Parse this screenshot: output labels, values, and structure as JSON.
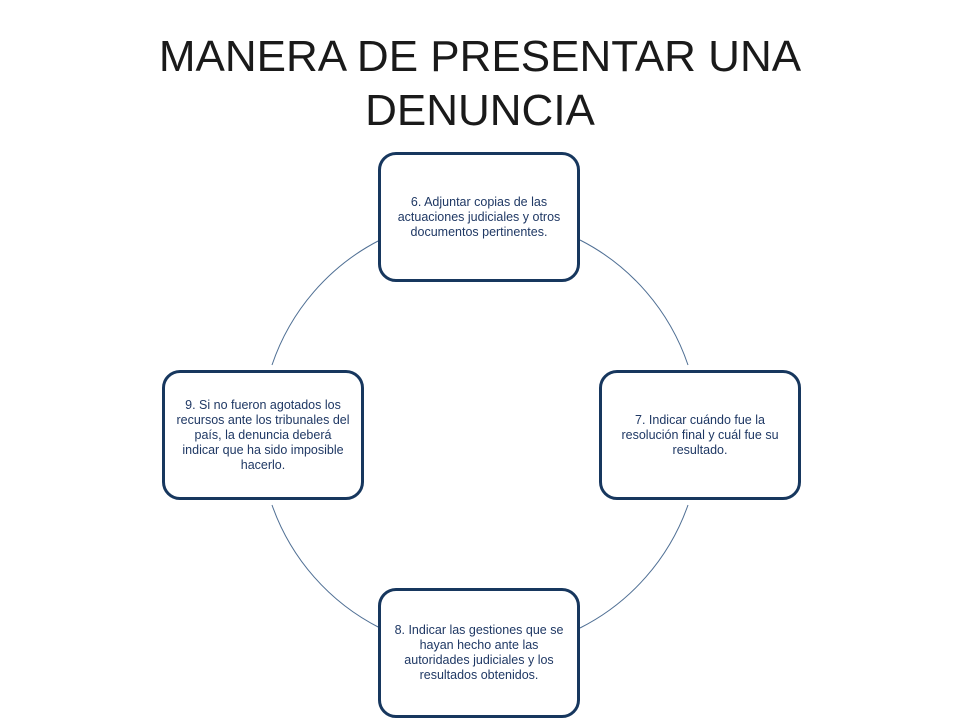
{
  "title": "MANERA DE PRESENTAR UNA DENUNCIA",
  "colors": {
    "box_border": "#17375e",
    "box_text": "#1f3864",
    "connector": "#4f6f94",
    "title_text": "#1a1a1a"
  },
  "steps": [
    {
      "position": "top",
      "text": "6. Adjuntar copias de las actuaciones judiciales y otros documentos pertinentes."
    },
    {
      "position": "right",
      "text": "7. Indicar cuándo fue la resolución final y cuál fue su resultado."
    },
    {
      "position": "bottom",
      "text": "8. Indicar las gestiones que se hayan hecho ante las autoridades judiciales y los resultados obtenidos."
    },
    {
      "position": "left",
      "text": "9. Si no fueron agotados los recursos ante los tribunales del país, la denuncia deberá indicar que ha sido imposible hacerlo."
    }
  ]
}
